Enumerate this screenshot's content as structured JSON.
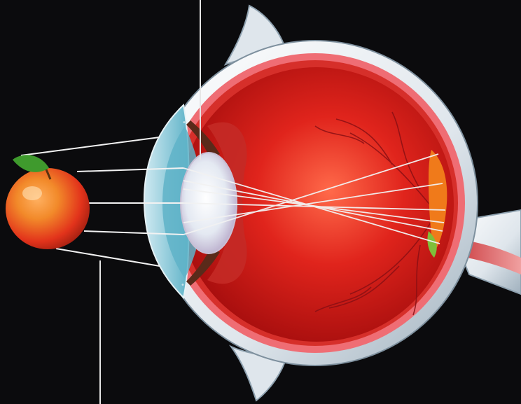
{
  "diagram": {
    "subject": "eye-cross-section",
    "object": "apple",
    "colors": {
      "background": "#0b0b0d",
      "sclera": "#e9eef2",
      "sclera_shade": "#9fb0bd",
      "eye_interior": "#e0241c",
      "eye_interior_light": "#ff6a4a",
      "eye_interior_dark": "#a40d0d",
      "retina_band": "#ef6d74",
      "choroid": "#d62f2a",
      "cornea": "#8cc6d8",
      "aqueous": "#5fb3c8",
      "lens": "#eef3f8",
      "lens_edge": "#c8bfd4",
      "iris": "#5a2a1a",
      "ciliary": "#c42a26",
      "rays": "#f2f2f2",
      "image_spot_orange": "#f07a1a",
      "image_spot_green": "#7fbf3a",
      "optic_nerve": "#d94a4a",
      "apple_red": "#e2331b",
      "apple_orange": "#f28a2a",
      "apple_leaf": "#3f9a2d",
      "vessel": "#8a0f14",
      "label_line": "#e6e6e6"
    },
    "rays_count": 6
  }
}
